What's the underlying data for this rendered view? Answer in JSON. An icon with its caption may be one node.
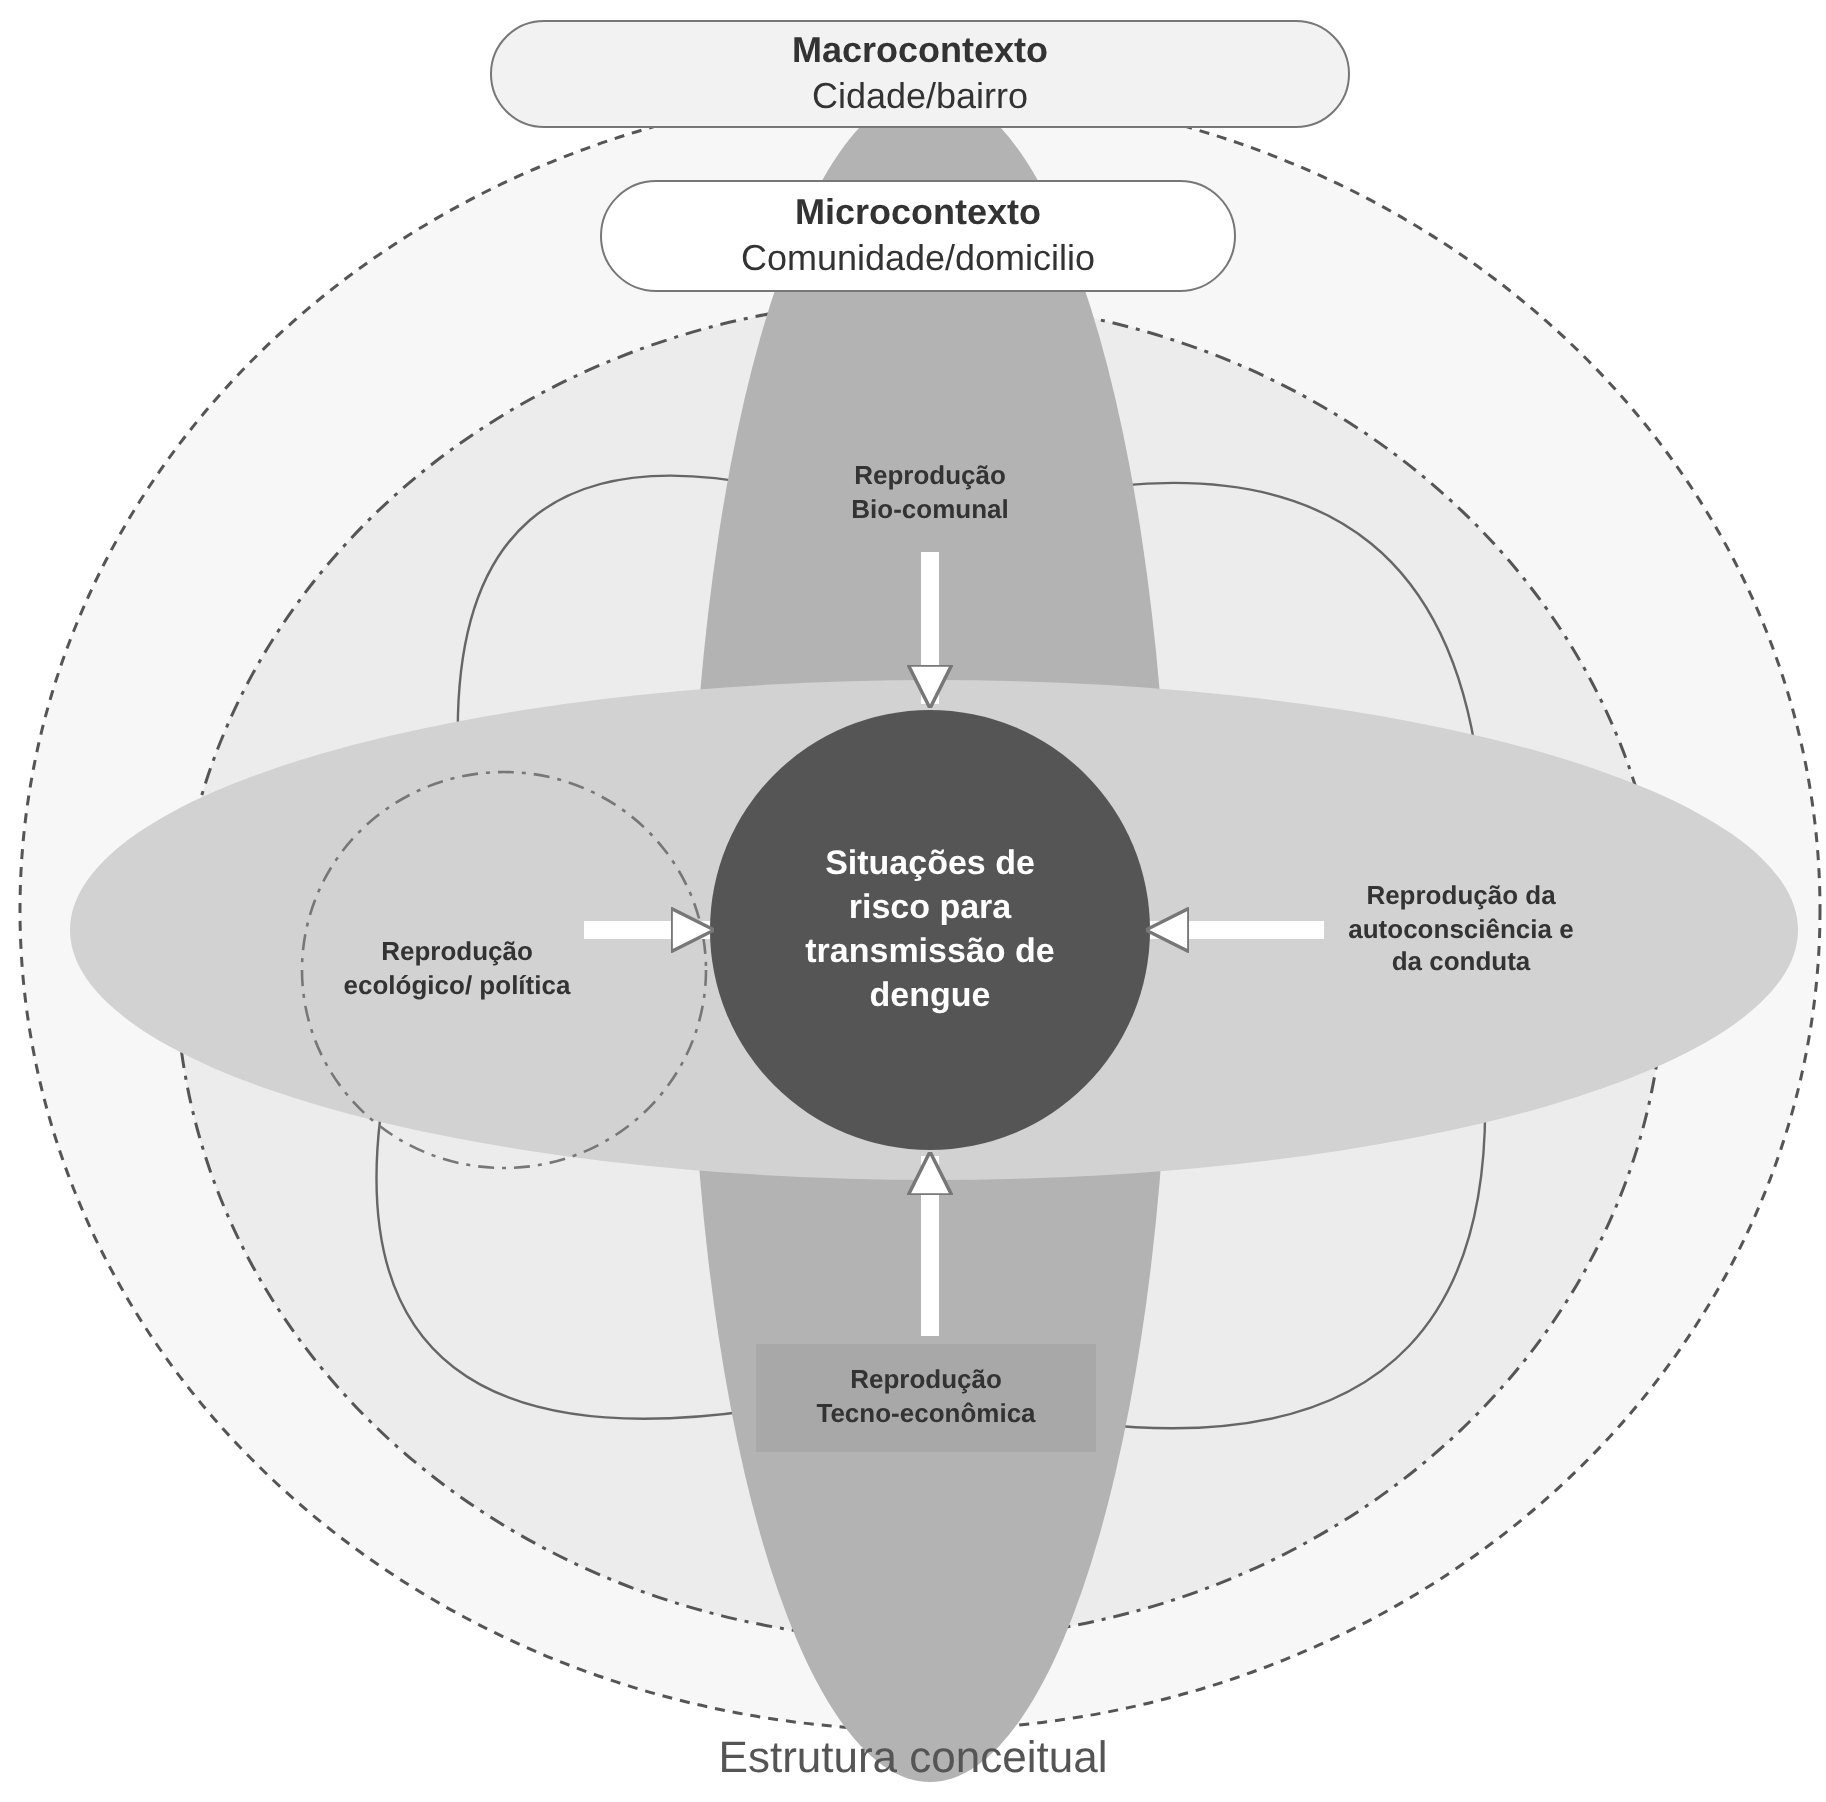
{
  "diagram": {
    "caption": "Estrutura conceitual",
    "nodes": [
      {
        "text": [
          "Macrocontexto",
          "Cidade/bairro"
        ]
      },
      {
        "text": [
          "Microcontexto",
          "Comunidade/domicilio"
        ]
      },
      {
        "text": [
          "Reprodução Bio-comunal"
        ]
      },
      {
        "text": [
          "Reprodução ecológico/ política"
        ]
      },
      {
        "text": [
          "Situações de risco para transmissão de dengue"
        ]
      },
      {
        "text": [
          "Reprodução da autoconsciência e da conduta"
        ]
      },
      {
        "text": [
          "Reprodução Tecno-econômica"
        ]
      }
    ],
    "edges": [
      {
        "from": 2,
        "to": 4,
        "arrow": "to",
        "style": "thick",
        "color": "#ffffff"
      },
      {
        "from": 3,
        "to": 4,
        "arrow": "to",
        "style": "thick",
        "color": "#ffffff"
      },
      {
        "from": 5,
        "to": 4,
        "arrow": "to",
        "style": "thick",
        "color": "#ffffff"
      },
      {
        "from": 6,
        "to": 4,
        "arrow": "to",
        "style": "thick",
        "color": "#ffffff"
      },
      {
        "from": 2,
        "to": 3,
        "arrow": "none",
        "color": "#666666"
      },
      {
        "from": 2,
        "to": 5,
        "arrow": "none",
        "color": "#666666"
      },
      {
        "from": 3,
        "to": 6,
        "arrow": "none",
        "color": "#666666"
      },
      {
        "from": 5,
        "to": 6,
        "arrow": "none",
        "color": "#666666"
      }
    ]
  }
}
